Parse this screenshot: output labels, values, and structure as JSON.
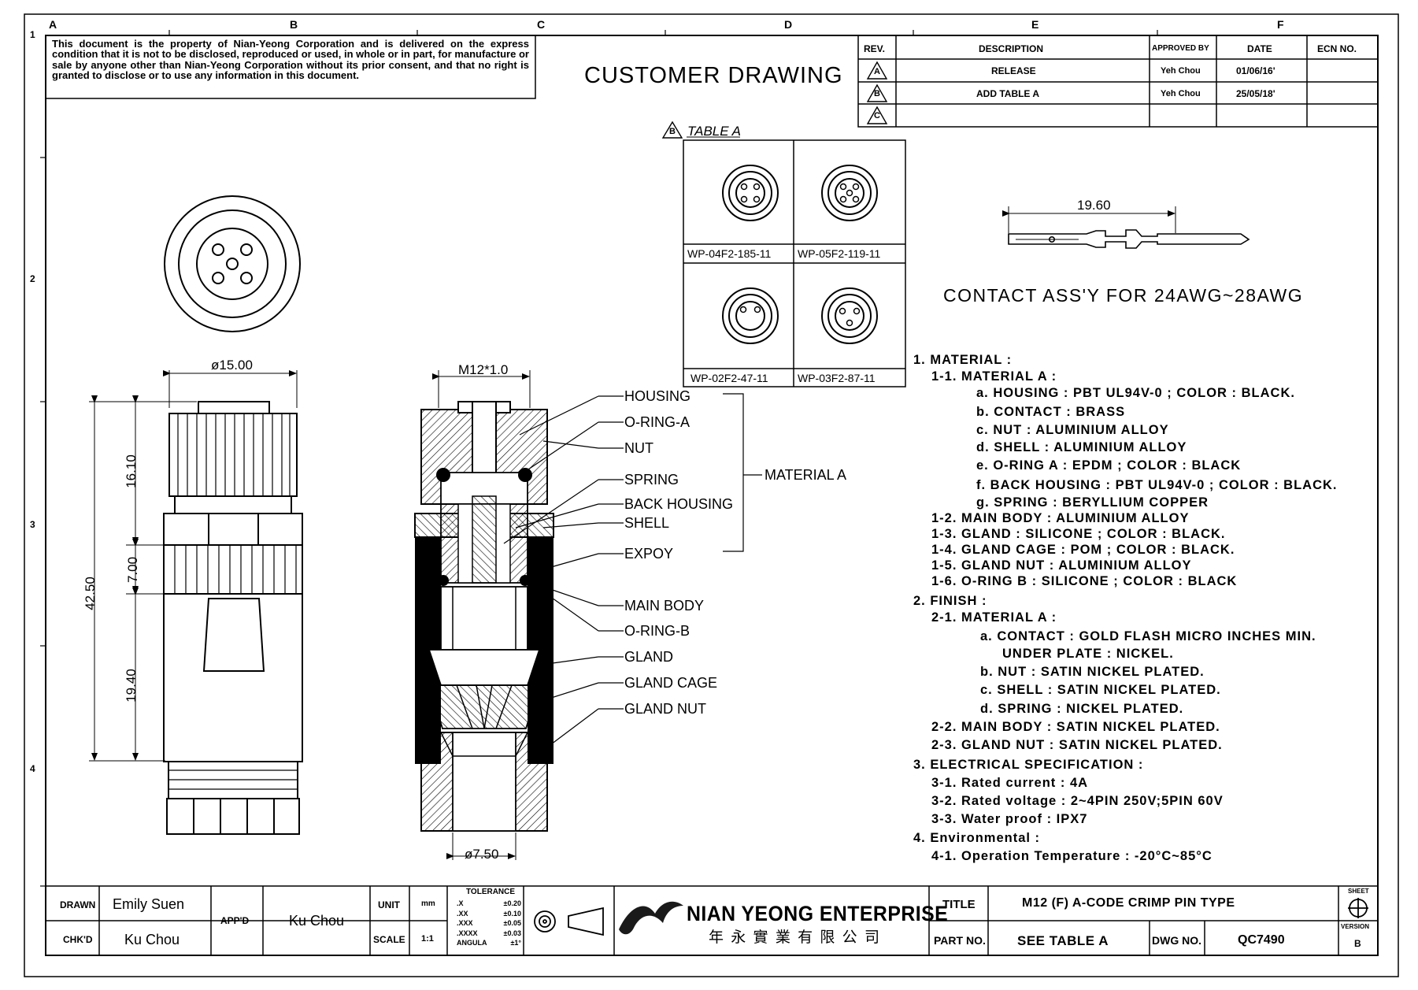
{
  "notice": "This document is the property of Nian-Yeong Corporation and is delivered on the express condition that it is not to be disclosed, reproduced or used, in whole or in part, for manufacture or sale by anyone other than Nian-Yeong Corporation without its prior consent, and that no right is granted to disclose or to use any information in this document.",
  "sheet_title": "CUSTOMER DRAWING",
  "grid": {
    "cols": [
      "A",
      "B",
      "C",
      "D",
      "E",
      "F"
    ],
    "rows": [
      "1",
      "2",
      "3",
      "4"
    ]
  },
  "revision_table": {
    "headers": [
      "REV.",
      "DESCRIPTION",
      "APPROVED BY",
      "DATE",
      "ECN NO."
    ],
    "rows": [
      {
        "rev": "A",
        "description": "RELEASE",
        "approved_by": "Yeh Chou",
        "date": "01/06/16'",
        "ecn": ""
      },
      {
        "rev": "B",
        "description": "ADD TABLE A",
        "approved_by": "Yeh Chou",
        "date": "25/05/18'",
        "ecn": ""
      },
      {
        "rev": "C",
        "description": "",
        "approved_by": "",
        "date": "",
        "ecn": ""
      }
    ]
  },
  "table_a": {
    "rev_mark": "B",
    "title": "TABLE A",
    "cells": [
      "WP-04F2-185-11",
      "WP-05F2-119-11",
      "WP-02F2-47-11",
      "WP-03F2-87-11"
    ]
  },
  "contact": {
    "dimension": "19.60",
    "caption": "CONTACT ASS'Y FOR 24AWG~28AWG"
  },
  "dimensions": {
    "dia_outer": "ø15.00",
    "overall_length": "42.50",
    "seg_top": "16.10",
    "seg_mid": "7.00",
    "seg_bottom": "19.40",
    "thread": "M12*1.0",
    "dia_cable": "ø7.50"
  },
  "callouts": [
    "HOUSING",
    "O-RING-A",
    "NUT",
    "SPRING",
    "BACK HOUSING",
    "SHELL",
    "EXPOY",
    "MAIN BODY",
    "O-RING-B",
    "GLAND",
    "GLAND CAGE",
    "GLAND NUT"
  ],
  "material_bracket_label": "MATERIAL A",
  "spec_lines": [
    "1. MATERIAL :",
    "1-1. MATERIAL A :",
    "a. HOUSING : PBT UL94V-0 ; COLOR : BLACK.",
    "b. CONTACT : BRASS",
    "c. NUT : ALUMINIUM ALLOY",
    "d. SHELL : ALUMINIUM ALLOY",
    "e. O-RING A : EPDM ; COLOR : BLACK",
    "f. BACK HOUSING : PBT UL94V-0 ; COLOR : BLACK.",
    "g. SPRING : BERYLLIUM COPPER",
    "1-2. MAIN BODY : ALUMINIUM ALLOY",
    "1-3. GLAND : SILICONE ; COLOR : BLACK.",
    "1-4. GLAND CAGE : POM ; COLOR : BLACK.",
    "1-5. GLAND NUT : ALUMINIUM ALLOY",
    "1-6. O-RING B : SILICONE ; COLOR : BLACK",
    "2. FINISH :",
    "2-1. MATERIAL A :",
    "a. CONTACT : GOLD FLASH MICRO INCHES MIN.",
    "UNDER PLATE : NICKEL.",
    "b. NUT : SATIN NICKEL PLATED.",
    "c. SHELL : SATIN NICKEL PLATED.",
    "d. SPRING : NICKEL PLATED.",
    "2-2. MAIN BODY : SATIN NICKEL PLATED.",
    "2-3. GLAND NUT : SATIN NICKEL PLATED.",
    "3. ELECTRICAL SPECIFICATION :",
    "3-1. Rated current : 4A",
    "3-2. Rated voltage : 2~4PIN 250V;5PIN 60V",
    "3-3. Water proof : IPX7",
    "4. Environmental :",
    "4-1. Operation Temperature : -20°C~85°C"
  ],
  "title_block": {
    "drawn_label": "DRAWN",
    "drawn_by": "Emily Suen",
    "checked_label": "CHK'D",
    "checked_by": "Ku Chou",
    "approved_label": "APP'D",
    "approved_by": "Ku Chou",
    "unit_label": "UNIT",
    "unit_value": "mm",
    "scale_label": "SCALE",
    "scale_value": "1:1",
    "tolerance_label": "TOLERANCE",
    "tolerances": [
      {
        "k": ".X",
        "v": "±0.20"
      },
      {
        "k": ".XX",
        "v": "±0.10"
      },
      {
        "k": ".XXX",
        "v": "±0.05"
      },
      {
        "k": ".XXXX",
        "v": "±0.03"
      },
      {
        "k": "ANGULA",
        "v": "±1°"
      }
    ],
    "company": "NIAN YEONG ENTERPRISE",
    "company_cn": "年 永 實 業 有 限 公 司",
    "title_label": "TITLE",
    "title": "M12 (F) A-CODE CRIMP PIN TYPE",
    "part_label": "PART NO.",
    "part_no": "SEE TABLE A",
    "dwg_label": "DWG NO.",
    "dwg_no": "QC7490",
    "sheet_label": "SHEET",
    "version_label": "VERSION",
    "version": "B"
  }
}
